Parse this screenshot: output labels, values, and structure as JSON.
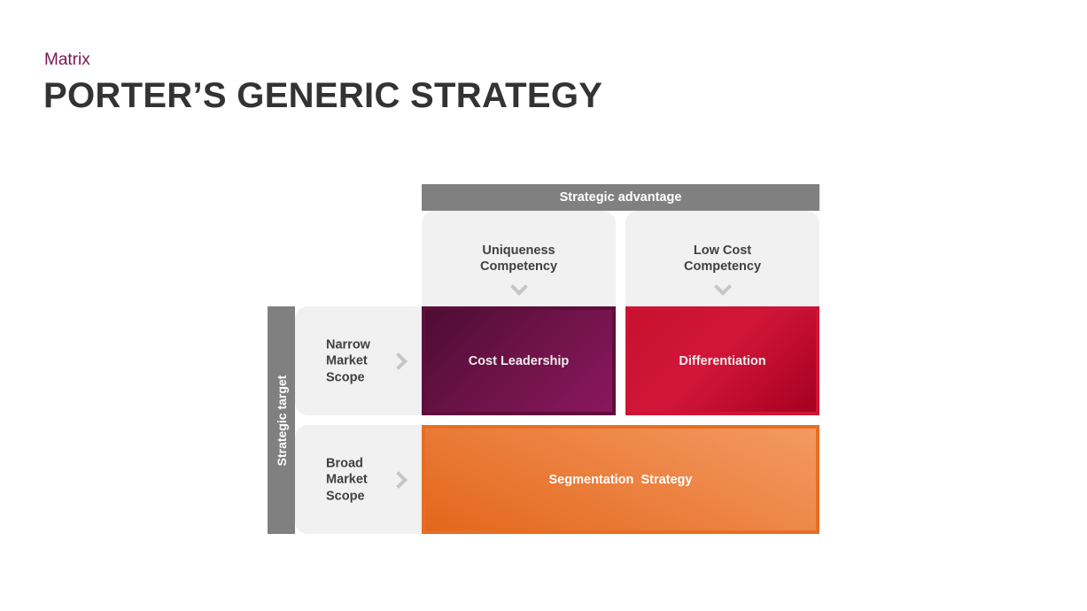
{
  "header": {
    "subtitle": "Matrix",
    "title": "PORTER’S GENERIC STRATEGY"
  },
  "matrix": {
    "top_axis_label": "Strategic advantage",
    "side_axis_label": "Strategic target",
    "columns": [
      {
        "label": "Uniqueness\nCompetency"
      },
      {
        "label": "Low Cost\nCompetency"
      }
    ],
    "rows": [
      {
        "label": "Narrow\nMarket\nScope"
      },
      {
        "label": "Broad\nMarket\nScope"
      }
    ],
    "cells": {
      "cost_leadership": "Cost Leadership",
      "differentiation": "Differentiation",
      "segmentation": "Segmentation  Strategy"
    },
    "colors": {
      "cost_leadership": "#6e1349",
      "differentiation": "#c8102e",
      "segmentation": "#ec8140",
      "axis": "#808080",
      "subtitle": "#7b1450"
    }
  }
}
